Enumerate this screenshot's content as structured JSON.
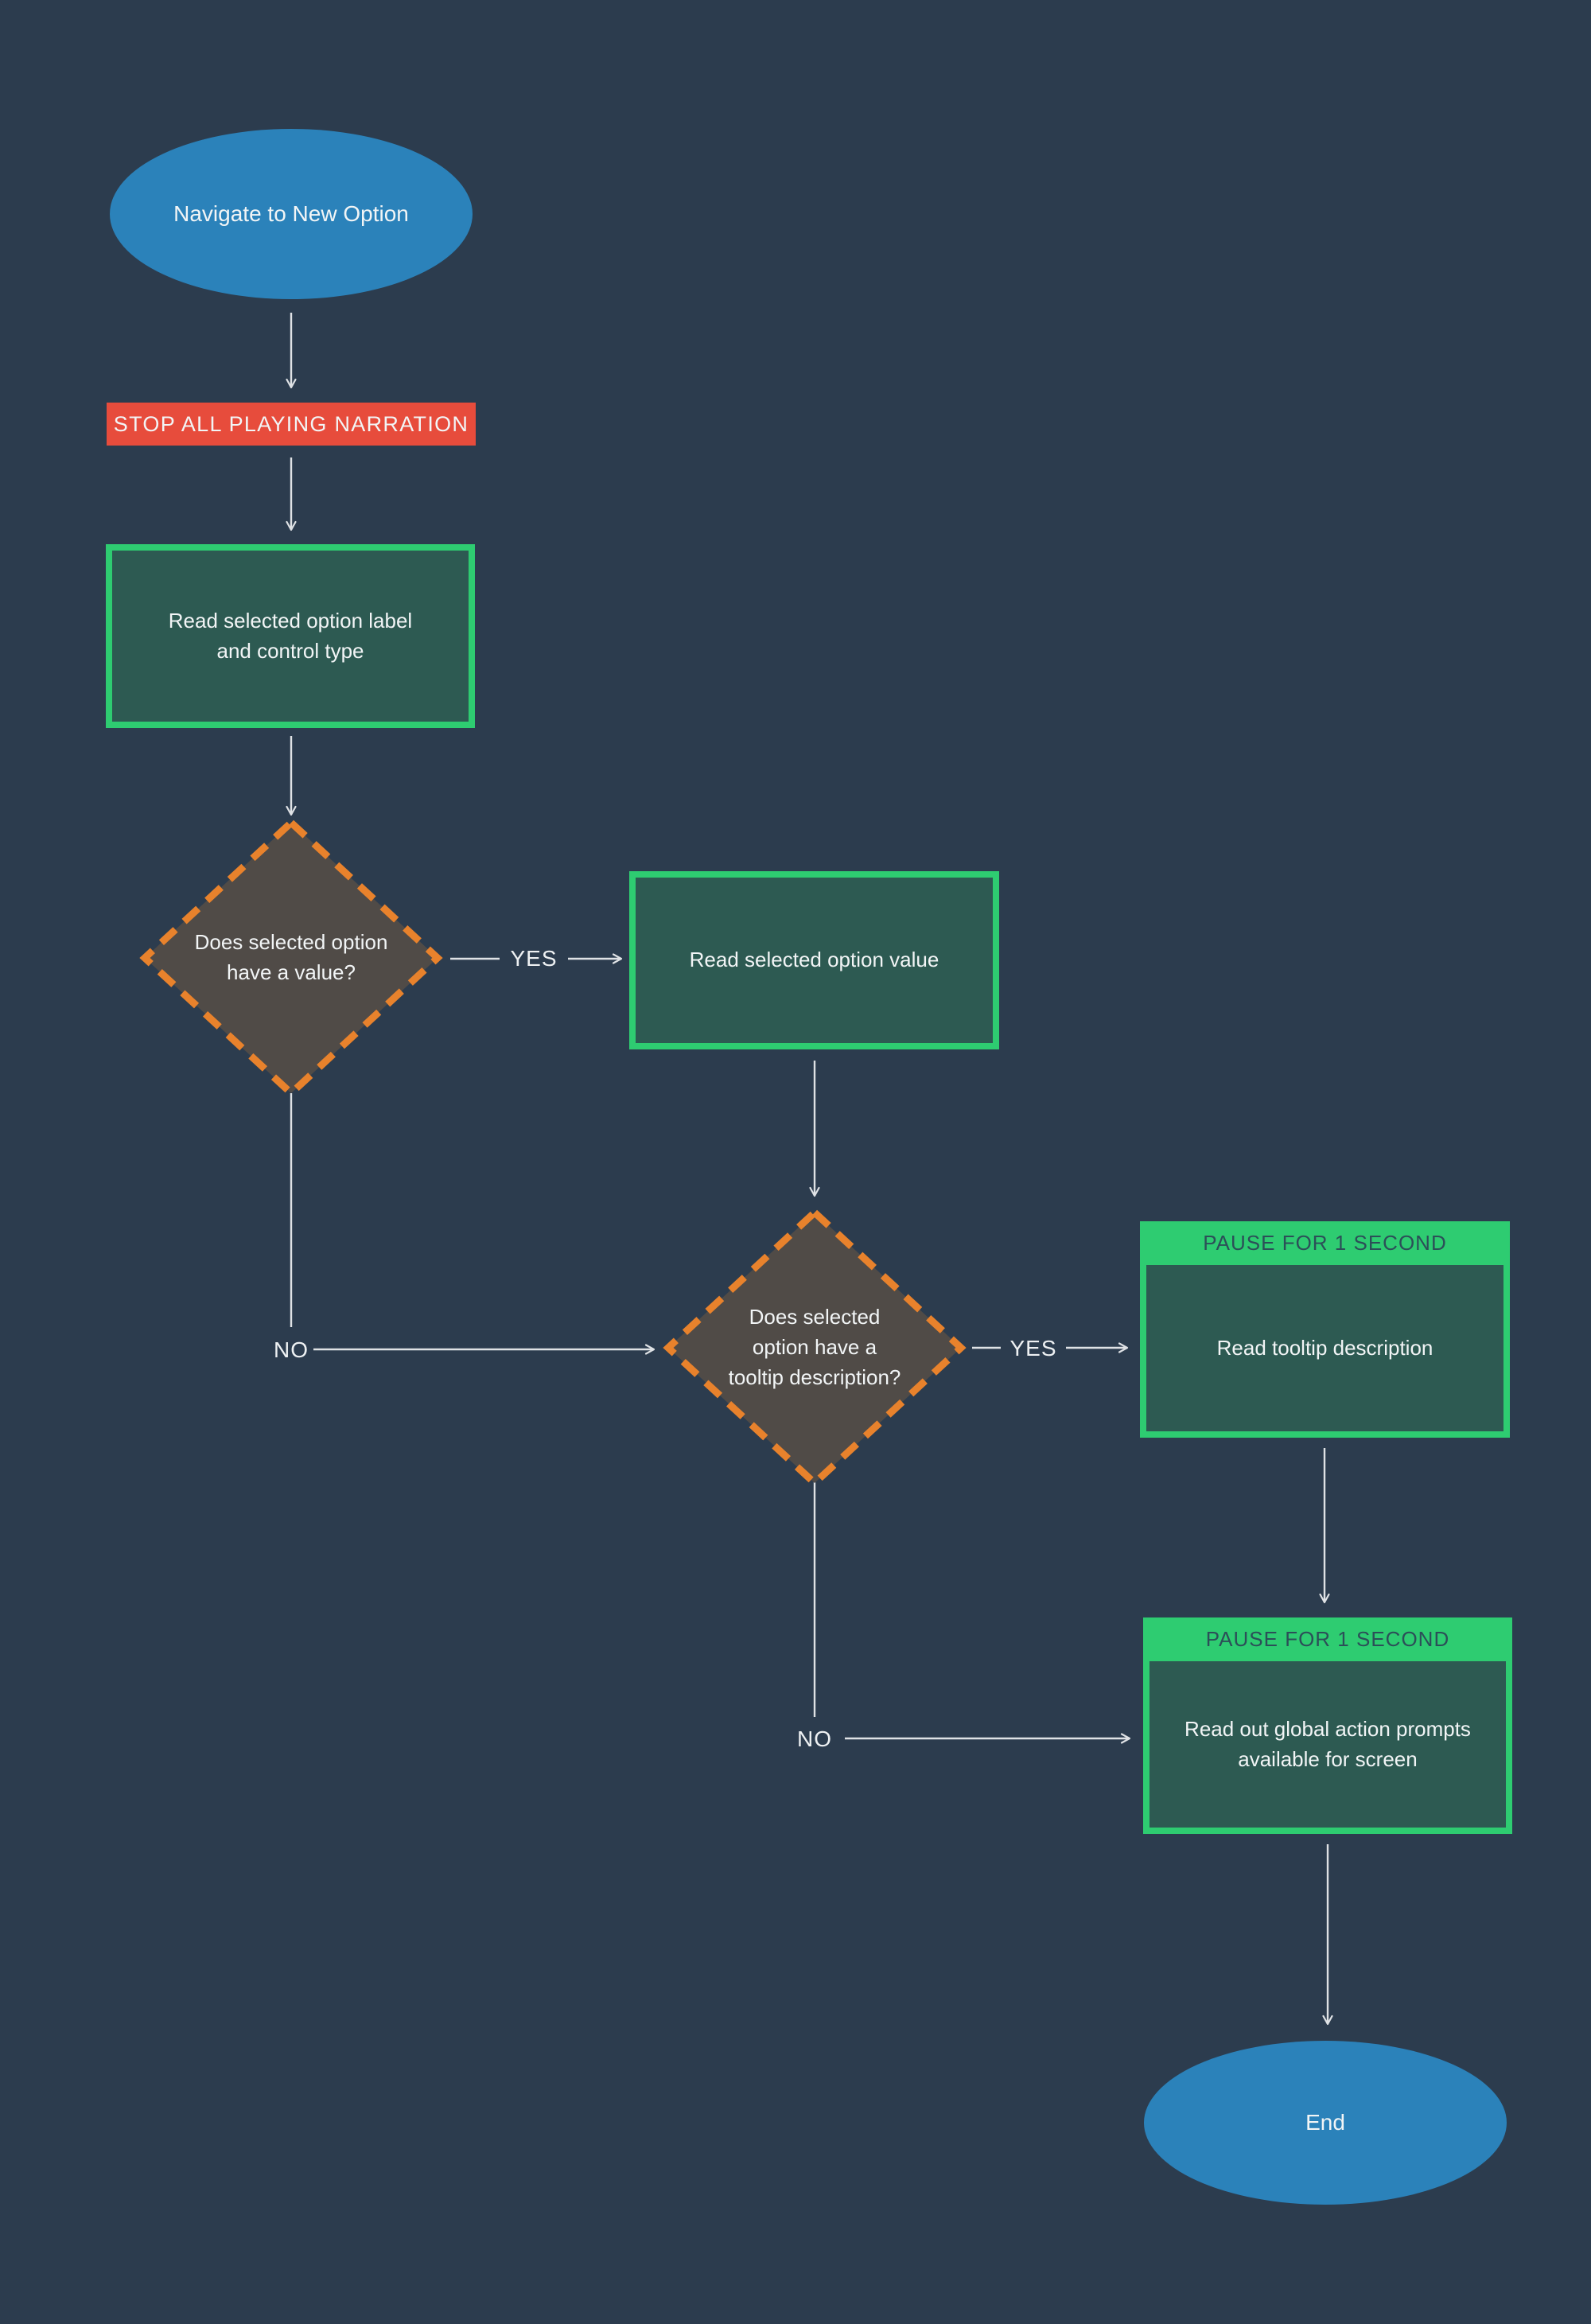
{
  "palette": {
    "background": "#2c3c4e",
    "terminator_blue": "#2b82ba",
    "action_red": "#e74c3c",
    "process_green_border": "#2ecc71",
    "process_teal_fill": "#2d5a52",
    "decision_orange": "#e8822c",
    "decision_fill": "#504b47",
    "connector_gray": "#dfe2e5",
    "pause_header_text": "#2c4f58",
    "text_white": "#f2f5f6"
  },
  "nodes": {
    "start": {
      "label": "Navigate to New Option"
    },
    "stop_narration": {
      "label": "STOP ALL PLAYING NARRATION"
    },
    "read_label": {
      "lines": [
        "Read selected option label",
        "and control type"
      ]
    },
    "has_value": {
      "lines": [
        "Does selected option",
        "have a value?"
      ]
    },
    "read_value": {
      "label": "Read selected option value"
    },
    "has_tooltip": {
      "lines": [
        "Does selected",
        "option have a",
        "tooltip description?"
      ]
    },
    "pause_tooltip": {
      "header": "PAUSE FOR 1 SECOND",
      "label": "Read tooltip description"
    },
    "pause_global": {
      "header": "PAUSE FOR 1 SECOND",
      "lines": [
        "Read out global action prompts",
        "available for screen"
      ]
    },
    "end": {
      "label": "End"
    }
  },
  "edges": {
    "yes1": "YES",
    "no1": "NO",
    "yes2": "YES",
    "no2": "NO"
  }
}
